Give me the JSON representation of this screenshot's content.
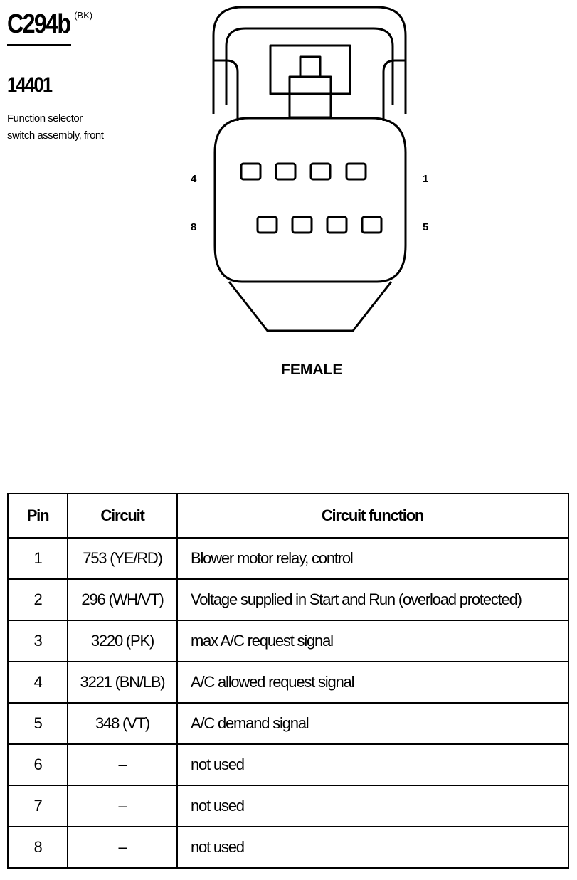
{
  "connector": {
    "id": "C294b",
    "color": "(BK)",
    "part_number": "14401",
    "description": "Function selector switch assembly, front"
  },
  "diagram": {
    "pin_labels": {
      "top_left": "4",
      "top_right": "1",
      "bottom_left": "8",
      "bottom_right": "5"
    },
    "gender": "FEMALE"
  },
  "table": {
    "headers": {
      "pin": "Pin",
      "circuit": "Circuit",
      "function": "Circuit function"
    },
    "rows": [
      {
        "pin": "1",
        "circuit": "753 (YE/RD)",
        "function": "Blower motor relay, control"
      },
      {
        "pin": "2",
        "circuit": "296 (WH/VT)",
        "function": "Voltage supplied in Start and Run (overload protected)"
      },
      {
        "pin": "3",
        "circuit": "3220 (PK)",
        "function": "max A/C request signal"
      },
      {
        "pin": "4",
        "circuit": "3221 (BN/LB)",
        "function": "A/C allowed request signal"
      },
      {
        "pin": "5",
        "circuit": "348 (VT)",
        "function": "A/C demand signal"
      },
      {
        "pin": "6",
        "circuit": "–",
        "function": "not used"
      },
      {
        "pin": "7",
        "circuit": "–",
        "function": "not used"
      },
      {
        "pin": "8",
        "circuit": "–",
        "function": "not used"
      }
    ]
  }
}
